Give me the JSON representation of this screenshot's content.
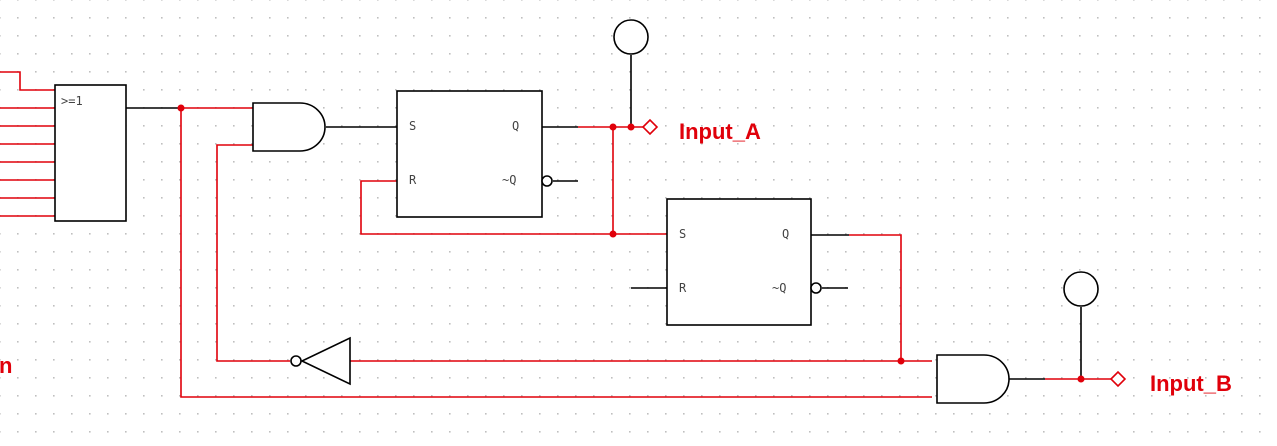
{
  "colors": {
    "background": "#ffffff",
    "grid_dot": "#bfbfbf",
    "wire_active": "#e0000a",
    "wire_idle": "#000000",
    "label": "#e0000a"
  },
  "labels": {
    "input_a": "Input_A",
    "input_b": "Input_B",
    "left_cut": "n"
  },
  "or_gate": {
    "text": ">=1"
  },
  "flipflop_a": {
    "s": "S",
    "r": "R",
    "q": "Q",
    "qn": "~Q"
  },
  "flipflop_b": {
    "s": "S",
    "r": "R",
    "q": "Q",
    "qn": "~Q"
  }
}
